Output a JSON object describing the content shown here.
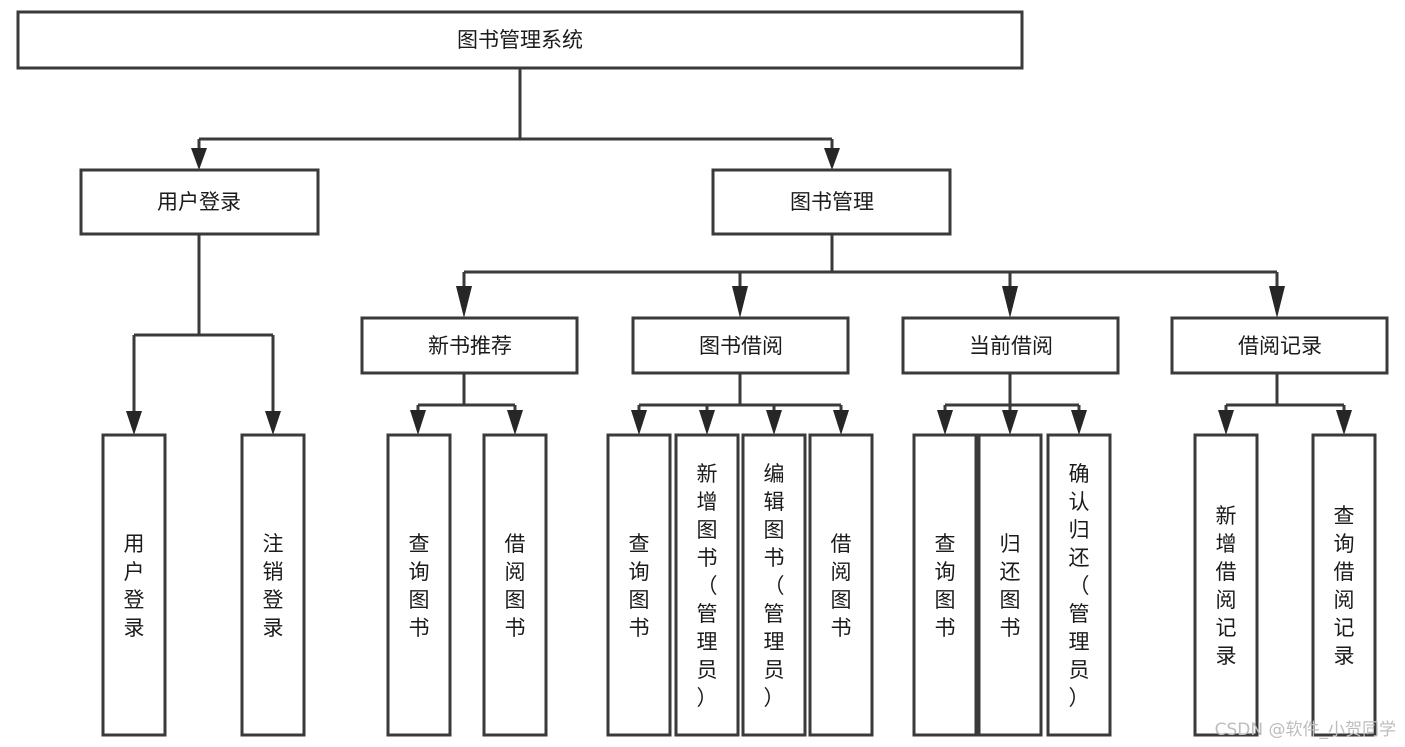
{
  "diagram": {
    "title": "图书管理系统",
    "type": "tree",
    "orientation": "top-down",
    "colors": {
      "box_stroke": "#3a3a3a",
      "box_fill": "#ffffff",
      "connector": "#3a3a3a",
      "arrow": "#262626",
      "text": "#1b1b1b",
      "watermark": "#bdbdbd",
      "background": "#ffffff"
    },
    "root": {
      "id": "root",
      "label": "图书管理系统",
      "orientation": "horizontal"
    },
    "level2": [
      {
        "id": "user-login",
        "label": "用户登录",
        "orientation": "horizontal"
      },
      {
        "id": "book-manage",
        "label": "图书管理",
        "orientation": "horizontal"
      }
    ],
    "level3": [
      {
        "id": "new-book-recommend",
        "label": "新书推荐",
        "orientation": "horizontal",
        "parent": "book-manage"
      },
      {
        "id": "book-borrow",
        "label": "图书借阅",
        "orientation": "horizontal",
        "parent": "book-manage"
      },
      {
        "id": "current-borrow",
        "label": "当前借阅",
        "orientation": "horizontal",
        "parent": "book-manage"
      },
      {
        "id": "borrow-record",
        "label": "借阅记录",
        "orientation": "horizontal",
        "parent": "book-manage"
      }
    ],
    "leaves": [
      {
        "id": "leaf-user-login",
        "label": "用户登录",
        "orientation": "vertical",
        "parent": "user-login"
      },
      {
        "id": "leaf-logout-login",
        "label": "注销登录",
        "orientation": "vertical",
        "parent": "user-login"
      },
      {
        "id": "leaf-query-book-1",
        "label": "查询图书",
        "orientation": "vertical",
        "parent": "new-book-recommend"
      },
      {
        "id": "leaf-borrow-book-1",
        "label": "借阅图书",
        "orientation": "vertical",
        "parent": "new-book-recommend"
      },
      {
        "id": "leaf-query-book-2",
        "label": "查询图书",
        "orientation": "vertical",
        "parent": "book-borrow"
      },
      {
        "id": "leaf-add-book",
        "label": "新增图书（管理员）",
        "orientation": "vertical",
        "parent": "book-borrow"
      },
      {
        "id": "leaf-edit-book",
        "label": "编辑图书（管理员）",
        "orientation": "vertical",
        "parent": "book-borrow"
      },
      {
        "id": "leaf-borrow-book-2",
        "label": "借阅图书",
        "orientation": "vertical",
        "parent": "book-borrow"
      },
      {
        "id": "leaf-query-book-3",
        "label": "查询图书",
        "orientation": "vertical",
        "parent": "current-borrow"
      },
      {
        "id": "leaf-return-book",
        "label": "归还图书",
        "orientation": "vertical",
        "parent": "current-borrow"
      },
      {
        "id": "leaf-confirm-return",
        "label": "确认归还（管理员）",
        "orientation": "vertical",
        "parent": "current-borrow"
      },
      {
        "id": "leaf-add-record",
        "label": "新增借阅记录",
        "orientation": "vertical",
        "parent": "borrow-record"
      },
      {
        "id": "leaf-query-record",
        "label": "查询借阅记录",
        "orientation": "vertical",
        "parent": "borrow-record"
      }
    ]
  },
  "watermark": {
    "text": "CSDN @软件_小贺同学"
  }
}
